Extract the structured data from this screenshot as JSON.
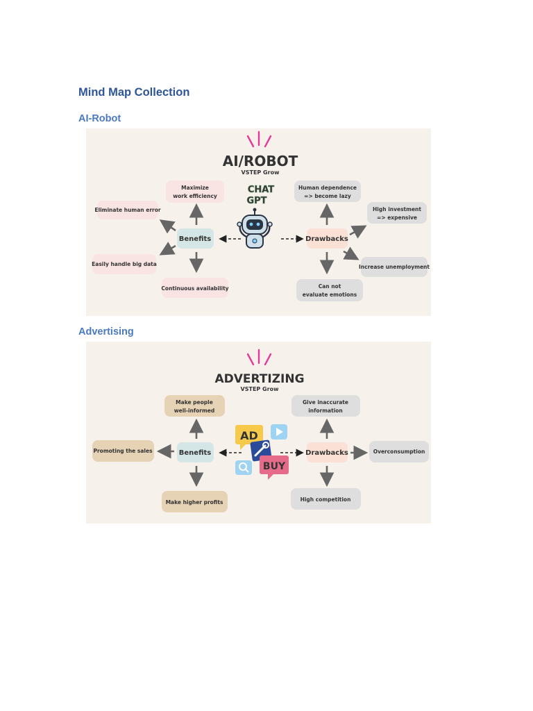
{
  "page_title": "Mind Map Collection",
  "sections": [
    {
      "heading": "AI-Robot",
      "map": {
        "title": "AI/ROBOT",
        "subtitle": "VSTEP Grow",
        "center_logo_line1": "CHAT",
        "center_logo_line2": "GPT",
        "benefits_label": "Benefits",
        "drawbacks_label": "Drawbacks",
        "benefits": {
          "top_line1": "Maximize",
          "top_line2": "work efficiency",
          "upper_left": "Eliminate human error",
          "lower_left": "Easily handle big data",
          "bottom": "Continuous availability"
        },
        "drawbacks": {
          "top_line1": "Human dependence",
          "top_line2": "=> become lazy",
          "upper_right_line1": "High investment",
          "upper_right_line2": "=> expensive",
          "lower_right": "Increase unemployment",
          "bottom_line1": "Can not",
          "bottom_line2": "evaluate emotions"
        }
      }
    },
    {
      "heading": "Advertising",
      "map": {
        "title": "ADVERTIZING",
        "subtitle": "VSTEP Grow",
        "icon_ad": "AD",
        "icon_buy": "BUY",
        "benefits_label": "Benefits",
        "drawbacks_label": "Drawbacks",
        "benefits": {
          "top_line1": "Make people",
          "top_line2": "well-informed",
          "left": "Promoting the sales",
          "bottom": "Make higher profits"
        },
        "drawbacks": {
          "top_line1": "Give inaccurate",
          "top_line2": "information",
          "right": "Overconsumption",
          "bottom": "High competition"
        }
      }
    }
  ],
  "colors": {
    "heading1": "#2f5597",
    "heading2": "#4a7ac0",
    "map_bg": "#f6f1ea",
    "benefits_hub": "#d5e6e6",
    "benefits_text": "#5e9e9a",
    "drawbacks_hub": "#fbe0d6",
    "drawbacks_text": "#e45a3b",
    "robot_benefit_box": "#f9e3e3",
    "robot_drawback_box": "#dedede",
    "ad_benefit_box": "#e6d2b5",
    "ad_drawback_box": "#dedede",
    "arrow": "#666666"
  }
}
